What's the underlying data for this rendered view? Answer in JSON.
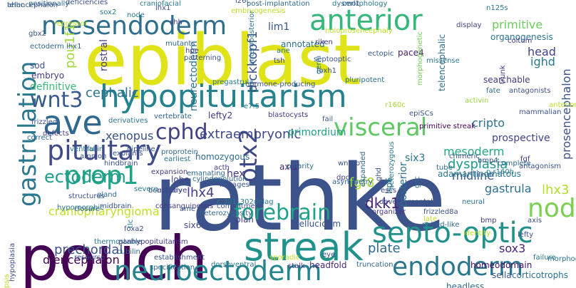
{
  "cloud": {
    "words": [
      {
        "text": "epiblast",
        "color": "#dfe318"
      },
      {
        "text": "rathke",
        "color": "#3b528b"
      },
      {
        "text": "pouch",
        "color": "#440154"
      },
      {
        "text": "hypopituitarism",
        "color": "#26828e"
      },
      {
        "text": "streak",
        "color": "#21918c"
      },
      {
        "text": "ave",
        "color": "#31688e"
      },
      {
        "text": "mesendoderm",
        "color": "#2e6e8e"
      },
      {
        "text": "anterior",
        "color": "#35b779"
      },
      {
        "text": "gastrulation",
        "color": "#2a788e"
      },
      {
        "text": "pituitary",
        "color": "#3e4a89"
      },
      {
        "text": "septo-optic",
        "color": "#21918c"
      },
      {
        "text": "neuroectoderm",
        "color": "#25858e"
      },
      {
        "text": "endoderm",
        "color": "#2a788e"
      },
      {
        "text": "prop1",
        "color": "#20a486"
      },
      {
        "text": "forebrain",
        "color": "#1fa088"
      },
      {
        "text": "visceral",
        "color": "#5ec962"
      },
      {
        "text": "nodal",
        "color": "#7ad151"
      },
      {
        "text": "cphd",
        "color": "#404387"
      },
      {
        "text": "otx2",
        "color": "#3f4889"
      },
      {
        "text": "wnt3",
        "color": "#38598c"
      },
      {
        "text": "ectoderm",
        "color": "#1f9e89"
      },
      {
        "text": "dkk1",
        "color": "#482475"
      },
      {
        "text": "cephalic",
        "color": "#2c728e"
      },
      {
        "text": "extraembryonic",
        "color": "#3e4989"
      },
      {
        "text": "lhx4",
        "color": "#433e85"
      },
      {
        "text": "fgf8",
        "color": "#a0da39"
      },
      {
        "text": "mesoderm",
        "color": "#22a884"
      },
      {
        "text": "dysplasia",
        "color": "#1f9a8a"
      },
      {
        "text": "midline",
        "color": "#375a8c"
      },
      {
        "text": "gastrula",
        "color": "#2d708e"
      },
      {
        "text": "sox3",
        "color": "#482677"
      },
      {
        "text": "prechordal",
        "color": "#3b528b"
      },
      {
        "text": "diencephalon",
        "color": "#440154"
      },
      {
        "text": "craniopharyngioma",
        "color": "#c2df23"
      },
      {
        "text": "plate",
        "color": "#31688e"
      },
      {
        "text": "dickkopf1",
        "color": "#3b528b"
      },
      {
        "text": "neurectoderm",
        "color": "#2c728e"
      },
      {
        "text": "pou1f1",
        "color": "#9fda3a"
      },
      {
        "text": "primitive",
        "color": "#6ccd5a"
      },
      {
        "text": "cripto",
        "color": "#2c728e"
      },
      {
        "text": "lhx3",
        "color": "#b5de2b"
      },
      {
        "text": "prosencephalon",
        "color": "#3b528b"
      },
      {
        "text": "head",
        "color": "#414487"
      },
      {
        "text": "ighd",
        "color": "#2a788e"
      },
      {
        "text": "xenopus",
        "color": "#3b528b"
      },
      {
        "text": "definitive",
        "color": "#3aba76"
      },
      {
        "text": "hex",
        "color": "#463480"
      },
      {
        "text": "lefty2",
        "color": "#443983"
      },
      {
        "text": "primordium",
        "color": "#1fa088"
      },
      {
        "text": "six3",
        "color": "#2c728e"
      },
      {
        "text": "posterior",
        "color": "#2e6f8e"
      },
      {
        "text": "prospective",
        "color": "#414487"
      },
      {
        "text": "lim1",
        "color": "#3a548c"
      },
      {
        "text": "annotated",
        "color": "#2c728e"
      },
      {
        "text": "pace4",
        "color": "#482173"
      },
      {
        "text": "rostral",
        "color": "#433e85"
      },
      {
        "text": "sod",
        "color": "#3b528b"
      },
      {
        "text": "embryo",
        "color": "#453882"
      },
      {
        "text": "organogenesis",
        "color": "#2a768e"
      },
      {
        "text": "telencephalic",
        "color": "#2e6e8e"
      },
      {
        "text": "searchable",
        "color": "#443a83"
      },
      {
        "text": "homozygous",
        "color": "#2f6c8e"
      },
      {
        "text": "axial",
        "color": "#482475"
      },
      {
        "text": "adamantinomatous",
        "color": "#2a788e"
      },
      {
        "text": "lobe",
        "color": "#404688"
      },
      {
        "text": "lrp6",
        "color": "#2a788e"
      },
      {
        "text": "corticotrophs",
        "color": "#2d718e"
      },
      {
        "text": "headless",
        "color": "#31678e"
      },
      {
        "text": "homeodomain",
        "color": "#471063"
      },
      {
        "text": "headfold",
        "color": "#482878"
      },
      {
        "text": "six6",
        "color": "#3f4788"
      },
      {
        "text": "plan",
        "color": "#433d84"
      },
      {
        "text": "hypoplasia",
        "color": "#3e4c8a"
      },
      {
        "text": "sella",
        "color": "#39568c"
      },
      {
        "text": "pellucidum",
        "color": "#3b528b"
      },
      {
        "text": "primitive streak",
        "color": "#440154"
      },
      {
        "text": "morphogenetic",
        "color": "#6ece58"
      },
      {
        "text": "activin",
        "color": "#95d840"
      },
      {
        "text": "mammalian",
        "color": "#3b528b"
      },
      {
        "text": "holoprosencephaly",
        "color": "#bddf26"
      },
      {
        "text": "anteroposterior",
        "color": "#2a788e"
      },
      {
        "text": "hormone-producing",
        "color": "#3b528b"
      },
      {
        "text": "pluripotent",
        "color": "#2e6e8e"
      },
      {
        "text": "septooptic",
        "color": "#3b528b"
      },
      {
        "text": "pregastrula",
        "color": "#2a788e"
      },
      {
        "text": "riken",
        "color": "#443983"
      },
      {
        "text": "foxh1",
        "color": "#3b528b"
      },
      {
        "text": "tsh",
        "color": "#433e85"
      },
      {
        "text": "ane",
        "color": "#2a788e"
      },
      {
        "text": "fate",
        "color": "#31688e"
      },
      {
        "text": "dysmorphology",
        "color": "#2a788e"
      },
      {
        "text": "cerl1",
        "color": "#3b528b"
      },
      {
        "text": "n125s",
        "color": "#2a788e"
      },
      {
        "text": "coitum",
        "color": "#443983"
      },
      {
        "text": "display",
        "color": "#404588"
      },
      {
        "text": "antagonists",
        "color": "#3b528b"
      },
      {
        "text": "missense",
        "color": "#2a788e"
      },
      {
        "text": "ectopic",
        "color": "#38598c"
      },
      {
        "text": "r160c",
        "color": "#a8db34"
      },
      {
        "text": "e7.5",
        "color": "#2a788e"
      },
      {
        "text": "epiSCs",
        "color": "#3b528b"
      },
      {
        "text": "blastocysts",
        "color": "#443983"
      },
      {
        "text": "fail",
        "color": "#38598c"
      },
      {
        "text": "wnt8b",
        "color": "#3b528b"
      },
      {
        "text": "polarity",
        "color": "#31688e"
      },
      {
        "text": "dpc",
        "color": "#414487"
      },
      {
        "text": "asymmetry",
        "color": "#31688e"
      },
      {
        "text": "chimeric",
        "color": "#3b528b"
      },
      {
        "text": "tube",
        "color": "#31688e"
      },
      {
        "text": "bmp4",
        "color": "#3b528b"
      },
      {
        "text": "fgf",
        "color": "#443983"
      },
      {
        "text": "antagonism",
        "color": "#3b528b"
      },
      {
        "text": "p.r160h",
        "color": "#2a788e"
      },
      {
        "text": "complete",
        "color": "#31688e"
      },
      {
        "text": "escs",
        "color": "#404588"
      },
      {
        "text": "ghd",
        "color": "#3b528b"
      },
      {
        "text": "gsc",
        "color": "#31688e"
      },
      {
        "text": "neural",
        "color": "#2a788e"
      },
      {
        "text": "organizer",
        "color": "#443983"
      },
      {
        "text": "frizzled8a",
        "color": "#3b528b"
      },
      {
        "text": "expanded",
        "color": "#31688e"
      },
      {
        "text": "heterozygous",
        "color": "#2a788e"
      },
      {
        "text": "developmental",
        "color": "#3b528b"
      },
      {
        "text": "late",
        "color": "#bddf26"
      },
      {
        "text": "bmp",
        "color": "#443983"
      },
      {
        "text": "axis",
        "color": "#3b528b"
      },
      {
        "text": "paired-like",
        "color": "#31688e"
      },
      {
        "text": "identity",
        "color": "#bddf26"
      },
      {
        "text": "lefty",
        "color": "#3b528b"
      },
      {
        "text": "failure",
        "color": "#2a788e"
      },
      {
        "text": "morphogenesis",
        "color": "#2a788e"
      },
      {
        "text": "sporadic",
        "color": "#bddf26"
      },
      {
        "text": "eye",
        "color": "#3b528b"
      },
      {
        "text": "stalk",
        "color": "#443983"
      },
      {
        "text": "truncation",
        "color": "#31688e"
      },
      {
        "text": "establishment",
        "color": "#3b528b"
      },
      {
        "text": "dorsoventral",
        "color": "#2a788e"
      },
      {
        "text": "specification",
        "color": "#31688e"
      },
      {
        "text": "thermostable",
        "color": "#2a788e"
      },
      {
        "text": "resource",
        "color": "#3b528b"
      },
      {
        "text": "panhypopituitarism",
        "color": "#443983"
      },
      {
        "text": "foxa2",
        "color": "#3b528b"
      },
      {
        "text": "cubilin",
        "color": "#31688e"
      },
      {
        "text": "tlc",
        "color": "#2a788e"
      },
      {
        "text": "psis",
        "color": "#bddf26"
      },
      {
        "text": "commitment",
        "color": "#3b528b"
      },
      {
        "text": "heterozygosity",
        "color": "#31688e"
      },
      {
        "text": "c.301_302delag",
        "color": "#2a788e"
      },
      {
        "text": "lineages",
        "color": "#3b528b"
      },
      {
        "text": "evolution",
        "color": "#31688e"
      },
      {
        "text": "emanating",
        "color": "#31688e"
      },
      {
        "text": "consanguineous",
        "color": "#443983"
      },
      {
        "text": "ame",
        "color": "#3b528b"
      },
      {
        "text": "nutritive",
        "color": "#443983"
      },
      {
        "text": "midbrain",
        "color": "#3b528b"
      },
      {
        "text": "closure",
        "color": "#31688e"
      },
      {
        "text": "hypomorphic",
        "color": "#2a788e"
      },
      {
        "text": "structures",
        "color": "#3b528b"
      },
      {
        "text": "gland",
        "color": "#31688e"
      },
      {
        "text": "boundary",
        "color": "#3b528b"
      },
      {
        "text": "severe",
        "color": "#2a788e"
      },
      {
        "text": "expansion",
        "color": "#443983"
      },
      {
        "text": "hindbrain",
        "color": "#3b528b"
      },
      {
        "text": "cylinder",
        "color": "#31688e"
      },
      {
        "text": "acth",
        "color": "#443983"
      },
      {
        "text": "earliest",
        "color": "#2a788e"
      },
      {
        "text": "amnion",
        "color": "#3b528b"
      },
      {
        "text": "furin",
        "color": "#31688e"
      },
      {
        "text": "ventral",
        "color": "#2a788e"
      },
      {
        "text": "explants",
        "color": "#3b528b"
      },
      {
        "text": "proprotein",
        "color": "#31688e"
      },
      {
        "text": "pipeline",
        "color": "#3b528b"
      },
      {
        "text": "defects",
        "color": "#443983"
      },
      {
        "text": "correct",
        "color": "#31688e"
      },
      {
        "text": "frizzled",
        "color": "#3b528b"
      },
      {
        "text": "derivatives",
        "color": "#2a788e"
      },
      {
        "text": "vertebrate",
        "color": "#31688e"
      },
      {
        "text": "patterning",
        "color": "#3b528b"
      },
      {
        "text": "hpe",
        "color": "#443983"
      },
      {
        "text": "mutants",
        "color": "#31688e"
      },
      {
        "text": "node",
        "color": "#2a788e"
      },
      {
        "text": "gbx2",
        "color": "#3b528b"
      },
      {
        "text": "ectoderm lhx1",
        "color": "#31688e"
      },
      {
        "text": "repressor",
        "color": "#bddf26"
      },
      {
        "text": "sox2",
        "color": "#2a788e"
      },
      {
        "text": "lhx1",
        "color": "#3b528b"
      },
      {
        "text": "shh",
        "color": "#443983"
      },
      {
        "text": "deficiencies",
        "color": "#3b528b"
      },
      {
        "text": "positionally",
        "color": "#31688e"
      },
      {
        "text": "craniofacial",
        "color": "#2a788e"
      },
      {
        "text": "i26t",
        "color": "#3b528b"
      },
      {
        "text": "post-implantation",
        "color": "#31688e"
      },
      {
        "text": "germ",
        "color": "#2a788e"
      },
      {
        "text": "trunk",
        "color": "#443983"
      },
      {
        "text": "anterior-posterior",
        "color": "#bddf26"
      },
      {
        "text": "embryogenesis",
        "color": "#bddf26"
      },
      {
        "text": "telencephalon",
        "color": "#3b528b"
      },
      {
        "text": "ahhc",
        "color": "#31688e"
      }
    ]
  }
}
